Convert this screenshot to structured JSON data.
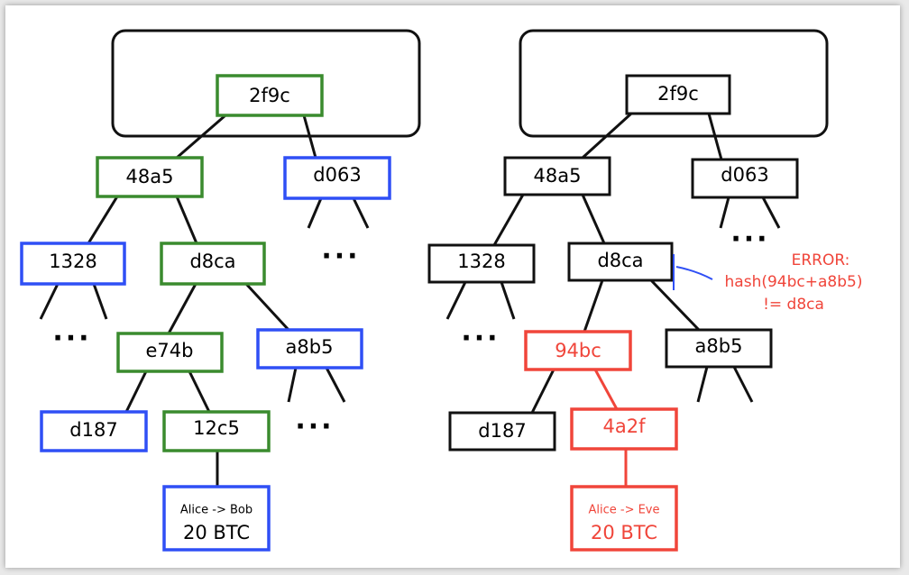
{
  "colors": {
    "green": "#3a8b2e",
    "blue": "#2f4ff5",
    "black": "#111111",
    "red": "#f0453a"
  },
  "left_tree": {
    "root": "2f9c",
    "n48a5": "48a5",
    "nd063": "d063",
    "n1328": "1328",
    "nd8ca": "d8ca",
    "ne74b": "e74b",
    "na8b5": "a8b5",
    "nd187": "d187",
    "n12c5": "12c5",
    "tx_line1": "Alice -> Bob",
    "tx_line2": "20 BTC",
    "ellipsis": "..."
  },
  "right_tree": {
    "root": "2f9c",
    "n48a5": "48a5",
    "nd063": "d063",
    "n1328": "1328",
    "nd8ca": "d8ca",
    "n94bc": "94bc",
    "na8b5": "a8b5",
    "nd187": "d187",
    "n4a2f": "4a2f",
    "tx_line1": "Alice -> Eve",
    "tx_line2": "20 BTC",
    "ellipsis": "..."
  },
  "error": {
    "line1": "ERROR:",
    "line2": "hash(94bc+a8b5)",
    "line3": "!= d8ca"
  }
}
